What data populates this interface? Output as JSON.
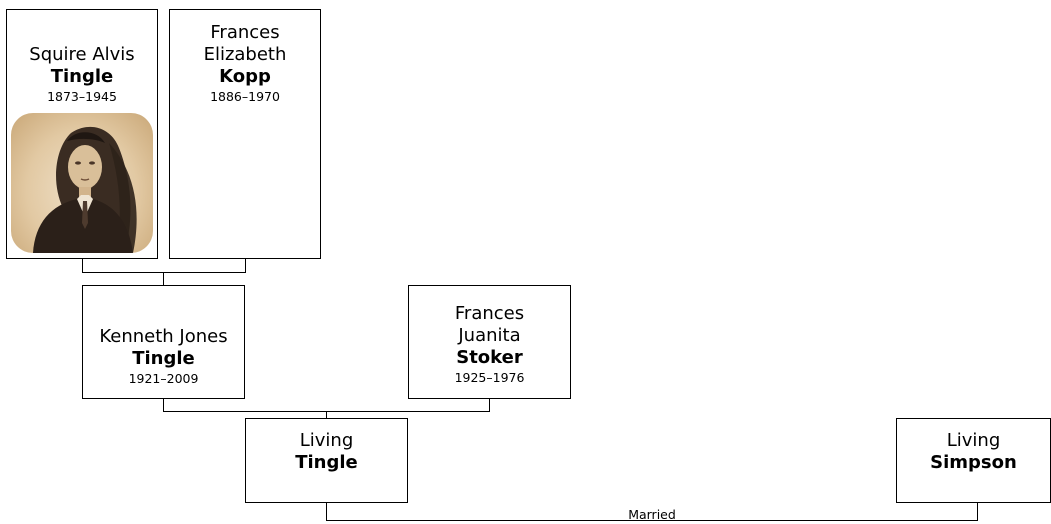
{
  "people": {
    "squire": {
      "given": "Squire Alvis",
      "surname": "Tingle",
      "dates": "1873–1945"
    },
    "frances_e": {
      "given_1": "Frances",
      "given_2": "Elizabeth",
      "surname": "Kopp",
      "dates": "1886–1970"
    },
    "kenneth": {
      "given": "Kenneth Jones",
      "surname": "Tingle",
      "dates": "1921–2009"
    },
    "frances_j": {
      "given_1": "Frances",
      "given_2": "Juanita",
      "surname": "Stoker",
      "dates": "1925–1976"
    },
    "living_tingle": {
      "given": "Living",
      "surname": "Tingle"
    },
    "living_simpson": {
      "given": "Living",
      "surname": "Simpson"
    }
  },
  "relationship_label": "Married",
  "photo_icon": "person-portrait-photo"
}
